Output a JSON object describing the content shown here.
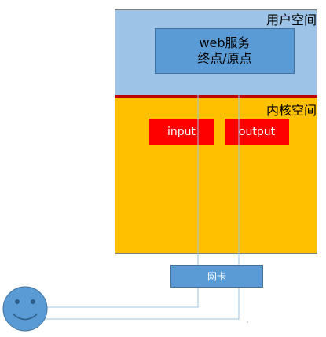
{
  "diagram": {
    "user_space_label": "用户空间",
    "kernel_space_label": "内核空间",
    "web_service_line1": "web服务",
    "web_service_line2": "终点/原点",
    "input_label": "input",
    "output_label": "output",
    "nic_label": "网卡"
  },
  "colors": {
    "user_space": "#9dc3e6",
    "kernel_space": "#ffc000",
    "divider": "#c00000",
    "web_service": "#5b9bd5",
    "io_box": "#ff0000",
    "nic": "#5b9bd5",
    "user_face": "#5b9bd5",
    "connector": "#9dc3e6"
  },
  "icons": {
    "user": "smiley-face-icon"
  }
}
